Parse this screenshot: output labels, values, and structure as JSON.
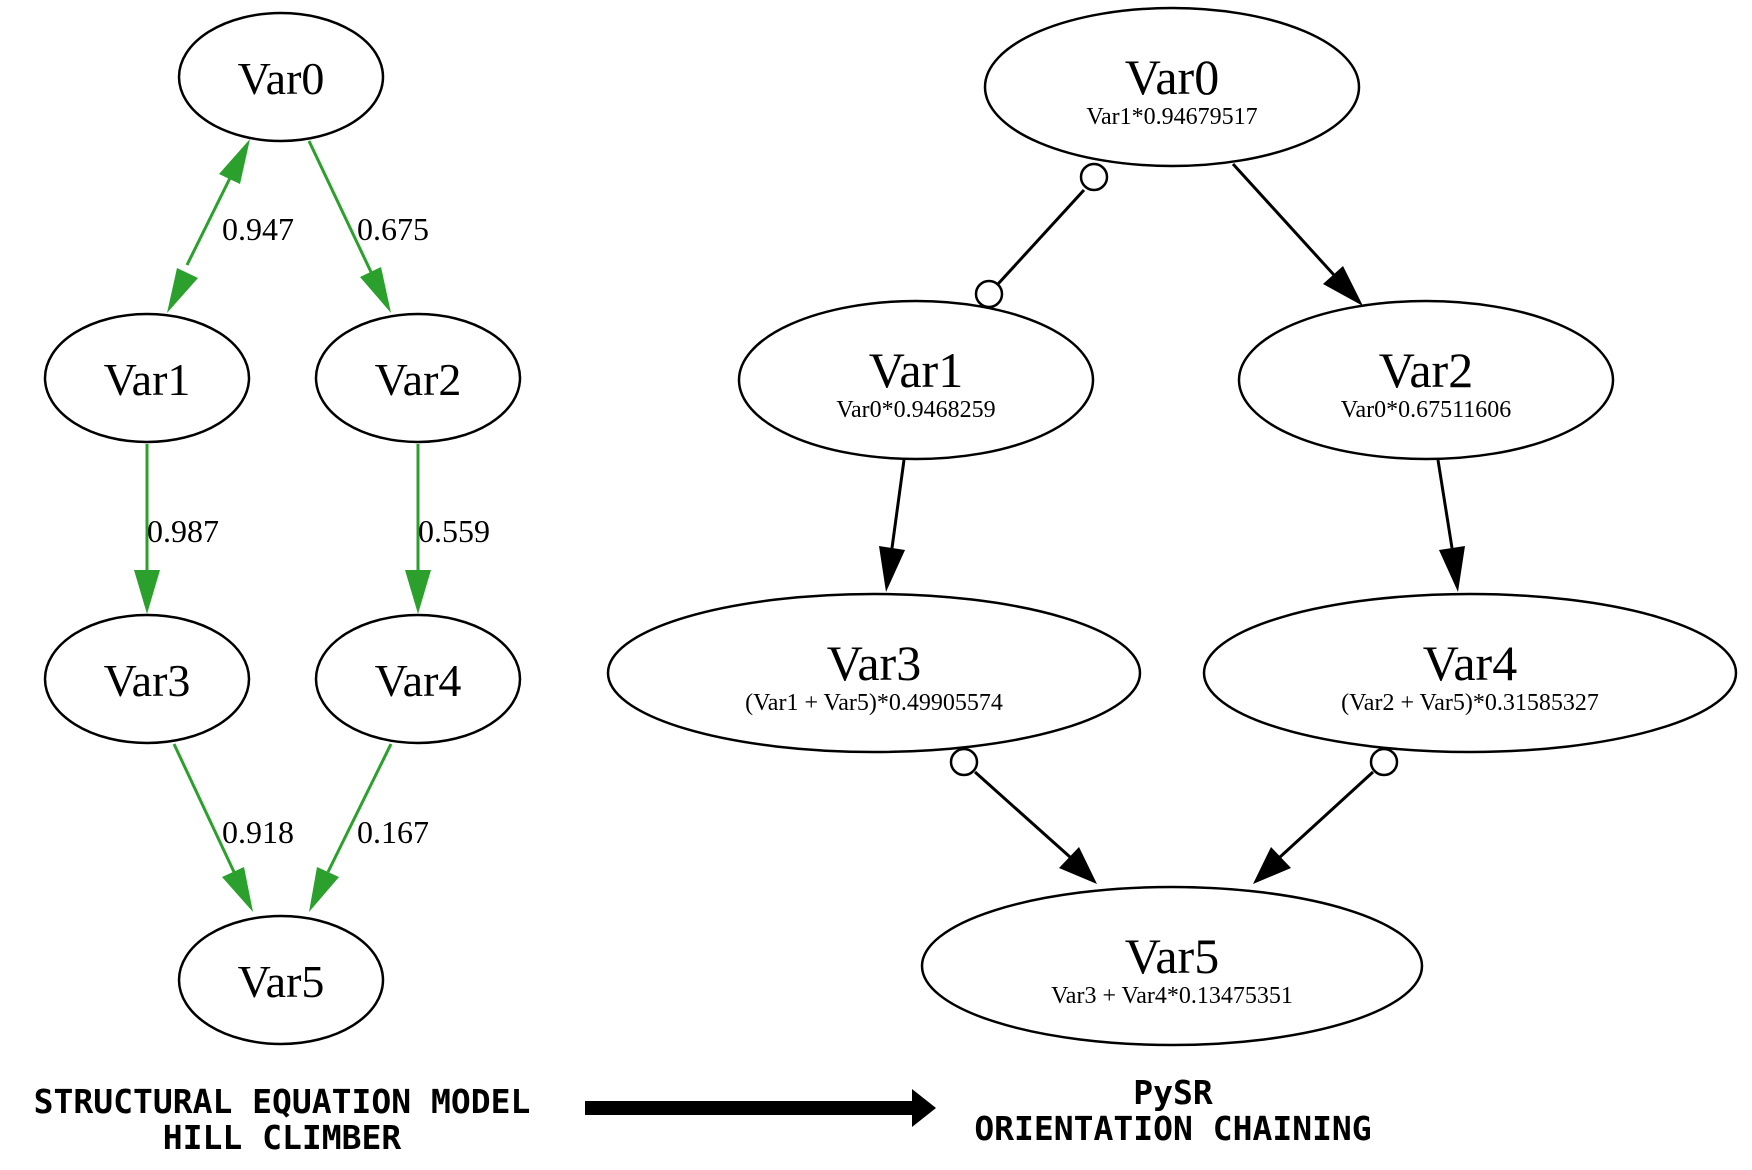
{
  "colors": {
    "green_edge": "#2ca02c",
    "black_edge": "#000000"
  },
  "left_graph": {
    "nodes": [
      {
        "id": "Var0",
        "label": "Var0"
      },
      {
        "id": "Var1",
        "label": "Var1"
      },
      {
        "id": "Var2",
        "label": "Var2"
      },
      {
        "id": "Var3",
        "label": "Var3"
      },
      {
        "id": "Var4",
        "label": "Var4"
      },
      {
        "id": "Var5",
        "label": "Var5"
      }
    ],
    "edges": [
      {
        "from": "Var0",
        "to": "Var1",
        "weight": "0.947",
        "type": "bidirected"
      },
      {
        "from": "Var0",
        "to": "Var2",
        "weight": "0.675",
        "type": "directed"
      },
      {
        "from": "Var1",
        "to": "Var3",
        "weight": "0.987",
        "type": "directed"
      },
      {
        "from": "Var2",
        "to": "Var4",
        "weight": "0.559",
        "type": "directed"
      },
      {
        "from": "Var3",
        "to": "Var5",
        "weight": "0.918",
        "type": "directed"
      },
      {
        "from": "Var4",
        "to": "Var5",
        "weight": "0.167",
        "type": "directed"
      }
    ]
  },
  "right_graph": {
    "nodes": [
      {
        "id": "Var0",
        "label": "Var0",
        "equation": "Var1*0.94679517"
      },
      {
        "id": "Var1",
        "label": "Var1",
        "equation": "Var0*0.9468259"
      },
      {
        "id": "Var2",
        "label": "Var2",
        "equation": "Var0*0.67511606"
      },
      {
        "id": "Var3",
        "label": "Var3",
        "equation": "(Var1 + Var5)*0.49905574"
      },
      {
        "id": "Var4",
        "label": "Var4",
        "equation": "(Var2 + Var5)*0.31585327"
      },
      {
        "id": "Var5",
        "label": "Var5",
        "equation": "Var3 + Var4*0.13475351"
      }
    ],
    "edges": [
      {
        "from": "Var0",
        "to": "Var1",
        "type": "circle-circle"
      },
      {
        "from": "Var0",
        "to": "Var2",
        "type": "directed"
      },
      {
        "from": "Var1",
        "to": "Var3",
        "type": "directed"
      },
      {
        "from": "Var2",
        "to": "Var4",
        "type": "directed"
      },
      {
        "from": "Var3",
        "to": "Var5",
        "type": "circle-arrow"
      },
      {
        "from": "Var4",
        "to": "Var5",
        "type": "circle-arrow"
      }
    ]
  },
  "captions": {
    "left_line1": "STRUCTURAL EQUATION MODEL",
    "left_line2": "HILL CLIMBER",
    "right_line1": "PySR",
    "right_line2": "ORIENTATION CHAINING"
  }
}
